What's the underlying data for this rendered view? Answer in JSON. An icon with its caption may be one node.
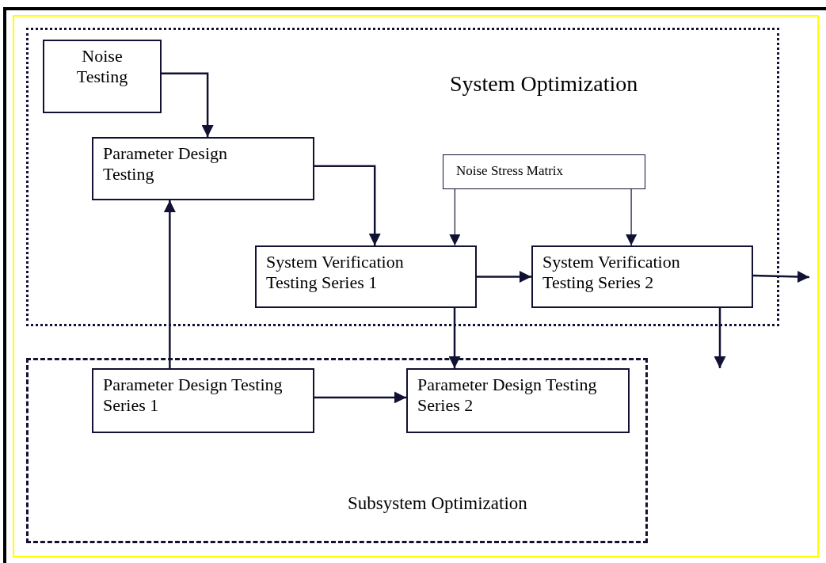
{
  "diagram": {
    "nodes": [
      {
        "text": [
          "System Optimization"
        ]
      },
      {
        "text": [
          "Noise Testing"
        ],
        "in": 0
      },
      {
        "text": [
          "Parameter Design Testing"
        ],
        "in": 0
      },
      {
        "text": [
          "Noise Stress Matrix"
        ],
        "in": 0
      },
      {
        "text": [
          "System Verification Testing Series 1"
        ],
        "in": 0
      },
      {
        "text": [
          "System Verification Testing Series 2"
        ],
        "in": 0
      },
      {
        "text": [
          "Subsystem Optimization"
        ]
      },
      {
        "text": [
          "Parameter Design Testing Series 1"
        ],
        "in": 6
      },
      {
        "text": [
          "Parameter Design Testing Series 2"
        ],
        "in": 6
      }
    ],
    "edges": [
      {
        "from": 1,
        "to": 2,
        "arrow": "to"
      },
      {
        "from": 2,
        "to": 4,
        "arrow": "to"
      },
      {
        "from": 3,
        "to": 4,
        "arrow": "to"
      },
      {
        "from": 3,
        "to": 5,
        "arrow": "to"
      },
      {
        "from": 4,
        "to": 5,
        "arrow": "to"
      },
      {
        "from": 5,
        "to": null,
        "arrow": "to"
      },
      {
        "from": 5,
        "to": null,
        "arrow": "to"
      },
      {
        "from": 4,
        "to": 8,
        "arrow": "to"
      },
      {
        "from": 7,
        "to": 2,
        "arrow": "to"
      },
      {
        "from": 7,
        "to": 8,
        "arrow": "to"
      }
    ]
  }
}
